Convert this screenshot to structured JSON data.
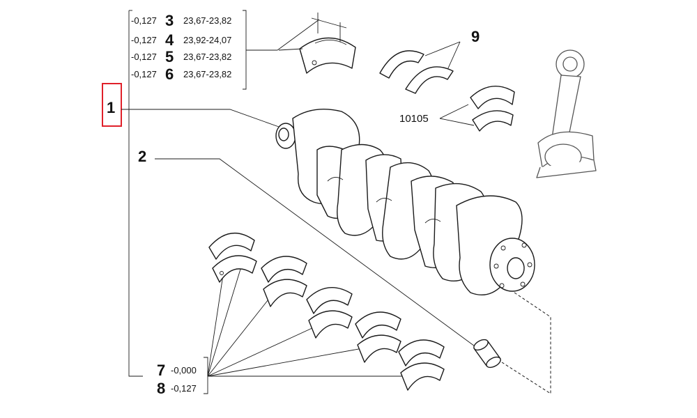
{
  "callouts": {
    "crankshaft": "1",
    "dowel": "2",
    "thrust_washers": "9",
    "rod_bearing": "10105"
  },
  "size_table": [
    {
      "offset": "-0,127",
      "ref": "3",
      "range": "23,67-23,82"
    },
    {
      "offset": "-0,127",
      "ref": "4",
      "range": "23,92-24,07"
    },
    {
      "offset": "-0,127",
      "ref": "5",
      "range": "23,67-23,82"
    },
    {
      "offset": "-0,127",
      "ref": "6",
      "range": "23,67-23,82"
    }
  ],
  "bearing_table": [
    {
      "ref": "7",
      "offset": "-0,000"
    },
    {
      "ref": "8",
      "offset": "-0,127"
    }
  ],
  "colors": {
    "highlight": "#e0202a",
    "line": "#1a1a1a"
  }
}
